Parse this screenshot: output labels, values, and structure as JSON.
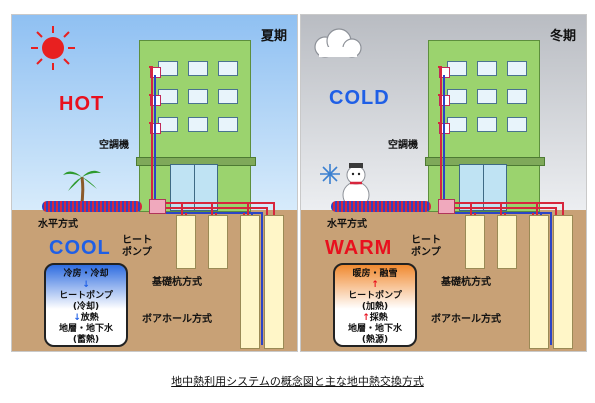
{
  "summer": {
    "season": "夏期",
    "air_temp": "HOT",
    "ground_temp": "COOL",
    "ac_label": "空調機",
    "horizontal_label": "水平方式",
    "heat_pump_label_1": "ヒート",
    "heat_pump_label_2": "ポンプ",
    "foundation_pile_label": "基礎杭方式",
    "borehole_label": "ボアホール方式",
    "box_line1": "冷房・冷却",
    "box_line2": "ヒートポンプ",
    "box_line3": "(冷却)",
    "box_line4": "放熱",
    "box_line5": "地層・地下水",
    "box_line6": "(蓄熱)",
    "air_color": "#e8101e",
    "ground_color": "#1f5fe6"
  },
  "winter": {
    "season": "冬期",
    "air_temp": "COLD",
    "ground_temp": "WARM",
    "ac_label": "空調機",
    "horizontal_label": "水平方式",
    "heat_pump_label_1": "ヒート",
    "heat_pump_label_2": "ポンプ",
    "foundation_pile_label": "基礎杭方式",
    "borehole_label": "ボアホール方式",
    "box_line1": "暖房・融雪",
    "box_line2": "ヒートポンプ",
    "box_line3": "(加熱)",
    "box_line4": "採熱",
    "box_line5": "地層・地下水",
    "box_line6": "(熱源)",
    "air_color": "#1f5fe6",
    "ground_color": "#e8101e"
  },
  "caption": "地中熱利用システムの概念図と主な地中熱交換方式"
}
